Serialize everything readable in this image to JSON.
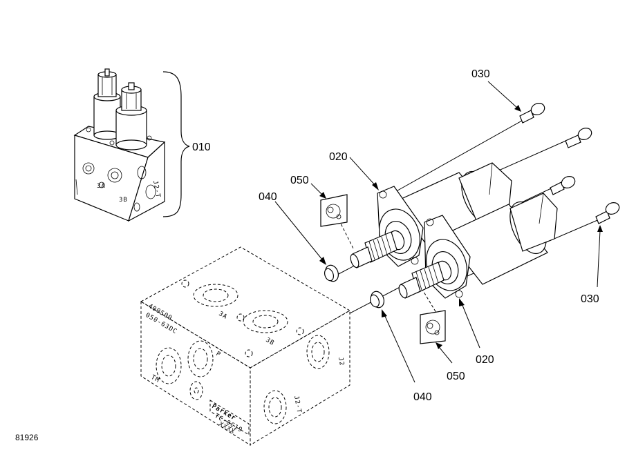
{
  "callouts": {
    "c010": "010",
    "c020_top": "020",
    "c020_bottom": "020",
    "c030_top": "030",
    "c030_right": "030",
    "c040_left": "040",
    "c040_bottom": "040",
    "c050_top": "050",
    "c050_bottom": "050"
  },
  "drawing_number": "81926",
  "block_markings": {
    "code1": "400500",
    "code2": "050-63DC",
    "port_3a": "3A",
    "port_3b": "3B",
    "port_p": "P",
    "port_tm": "TM",
    "port_j2": "J2",
    "port_j2t": "J2-T",
    "brand": "Parker",
    "part_no": "TC-0C19",
    "serial": "XXXX"
  },
  "small_block_markings": {
    "port_3a": "3A",
    "port_3b": "3B",
    "port_j2": "J2-T"
  }
}
